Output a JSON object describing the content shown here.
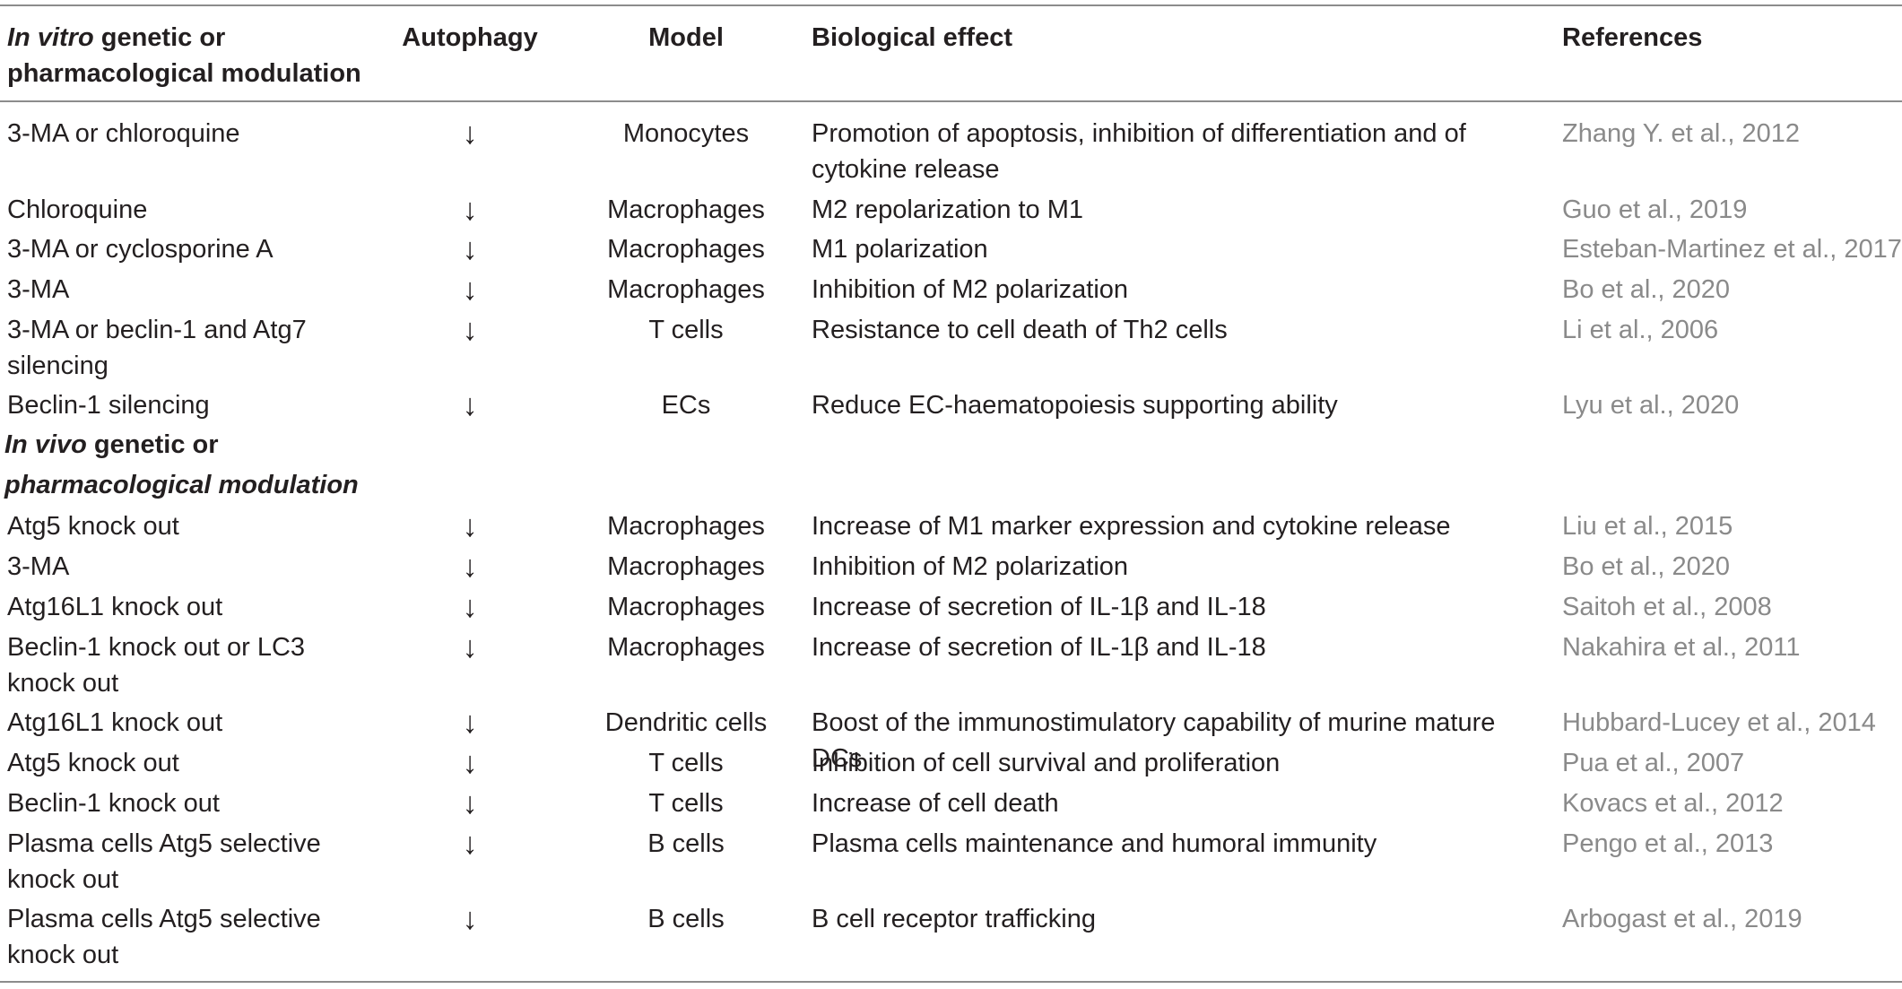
{
  "header": {
    "modulation_italic": "In vitro",
    "modulation_rest_line1": " genetic or",
    "modulation_line2": "pharmacological modulation",
    "autophagy": "Autophagy",
    "model": "Model",
    "effect": "Biological effect",
    "references": "References"
  },
  "section_invivo": {
    "italic": "In vivo",
    "rest_line1": " genetic or",
    "line2": "pharmacological modulation"
  },
  "rows_invitro": [
    {
      "modulation": "3-MA or chloroquine",
      "autophagy": "↓",
      "model": "Monocytes",
      "effect": "Promotion of apoptosis, inhibition of differentiation and of cytokine release",
      "reference": "Zhang Y. et al., 2012"
    },
    {
      "modulation": "Chloroquine",
      "autophagy": "↓",
      "model": "Macrophages",
      "effect": "M2 repolarization to M1",
      "reference": "Guo et al., 2019"
    },
    {
      "modulation": "3-MA or cyclosporine A",
      "autophagy": "↓",
      "model": "Macrophages",
      "effect": "M1 polarization",
      "reference": "Esteban-Martinez et al., 2017"
    },
    {
      "modulation": "3-MA",
      "autophagy": "↓",
      "model": "Macrophages",
      "effect": "Inhibition of M2 polarization",
      "reference": "Bo et al., 2020"
    },
    {
      "modulation": "3-MA or beclin-1 and Atg7 silencing",
      "autophagy": "↓",
      "model": "T cells",
      "effect": "Resistance to cell death of Th2 cells",
      "reference": "Li et al., 2006"
    },
    {
      "modulation": "Beclin-1 silencing",
      "autophagy": "↓",
      "model": "ECs",
      "effect": "Reduce EC-haematopoiesis supporting ability",
      "reference": "Lyu et al., 2020"
    }
  ],
  "rows_invivo": [
    {
      "modulation": "Atg5 knock out",
      "autophagy": "↓",
      "model": "Macrophages",
      "effect": "Increase of M1 marker expression and cytokine release",
      "reference": "Liu et al., 2015"
    },
    {
      "modulation": "3-MA",
      "autophagy": "↓",
      "model": "Macrophages",
      "effect": "Inhibition of M2 polarization",
      "reference": "Bo et al., 2020"
    },
    {
      "modulation": "Atg16L1 knock out",
      "autophagy": "↓",
      "model": "Macrophages",
      "effect": "Increase of secretion of IL-1β and IL-18",
      "reference": "Saitoh et al., 2008"
    },
    {
      "modulation": "Beclin-1 knock out or LC3 knock out",
      "autophagy": "↓",
      "model": "Macrophages",
      "effect": "Increase of secretion of IL-1β and IL-18",
      "reference": "Nakahira et al., 2011"
    },
    {
      "modulation": "Atg16L1 knock out",
      "autophagy": "↓",
      "model": "Dendritic cells",
      "effect": "Boost of the immunostimulatory capability of murine mature DCs",
      "reference": "Hubbard-Lucey et al., 2014"
    },
    {
      "modulation": "Atg5 knock out",
      "autophagy": "↓",
      "model": "T cells",
      "effect": "Inhibition of cell survival and proliferation",
      "reference": "Pua et al., 2007"
    },
    {
      "modulation": "Beclin-1 knock out",
      "autophagy": "↓",
      "model": "T cells",
      "effect": "Increase of cell death",
      "reference": "Kovacs et al., 2012"
    },
    {
      "modulation": "Plasma cells Atg5 selective knock out",
      "autophagy": "↓",
      "model": "B cells",
      "effect": "Plasma cells maintenance and humoral immunity",
      "reference": "Pengo et al., 2013"
    },
    {
      "modulation": "Plasma cells Atg5 selective knock out",
      "autophagy": "↓",
      "model": "B cells",
      "effect": "B cell receptor trafficking",
      "reference": "Arbogast et al., 2019"
    }
  ]
}
